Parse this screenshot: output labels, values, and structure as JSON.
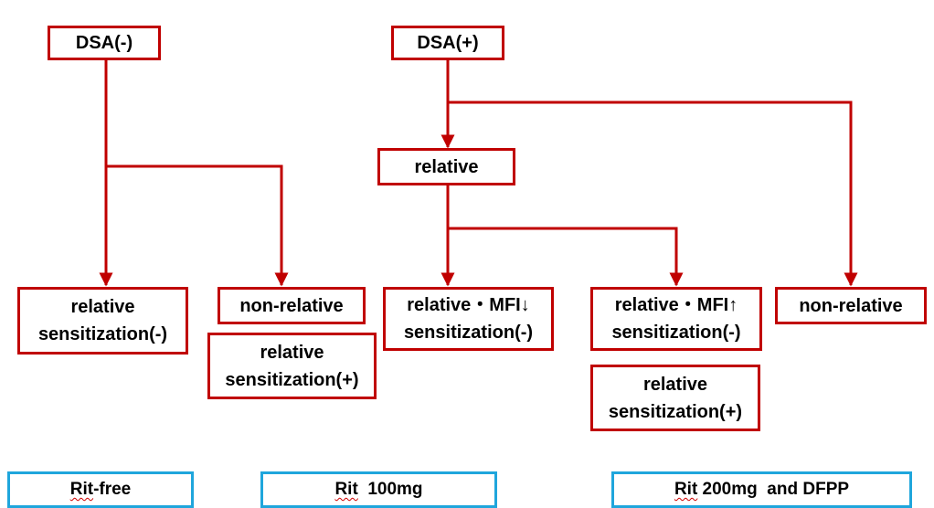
{
  "diagram": {
    "nodes": {
      "dsa_neg": "DSA(-)",
      "dsa_pos": "DSA(+)",
      "relative": "relative",
      "rel_sens_neg": {
        "line1": "relative",
        "line2": "sensitization(-)"
      },
      "non_relative_left": "non-relative",
      "rel_sens_pos_left": {
        "line1": "relative",
        "line2": "sensitization(+)"
      },
      "rel_mfi_down": {
        "line1": "relative・MFI↓",
        "line2": "sensitization(-)"
      },
      "rel_mfi_up": {
        "line1": "relative・MFI↑",
        "line2": "sensitization(-)"
      },
      "non_relative_right": "non-relative",
      "rel_sens_pos_right": {
        "line1": "relative",
        "line2": "sensitization(+)"
      }
    },
    "colors": {
      "box_border": "#c00000",
      "arrow": "#c00000",
      "tag_border": "#1fa6dc"
    }
  },
  "treatments": {
    "rit_free": {
      "rit": "Rit",
      "rest": "-free"
    },
    "rit_100": {
      "rit": "Rit",
      "rest": "  100mg"
    },
    "rit_200": {
      "rit": "Rit",
      "rest": " 200mg  and DFPP"
    }
  }
}
